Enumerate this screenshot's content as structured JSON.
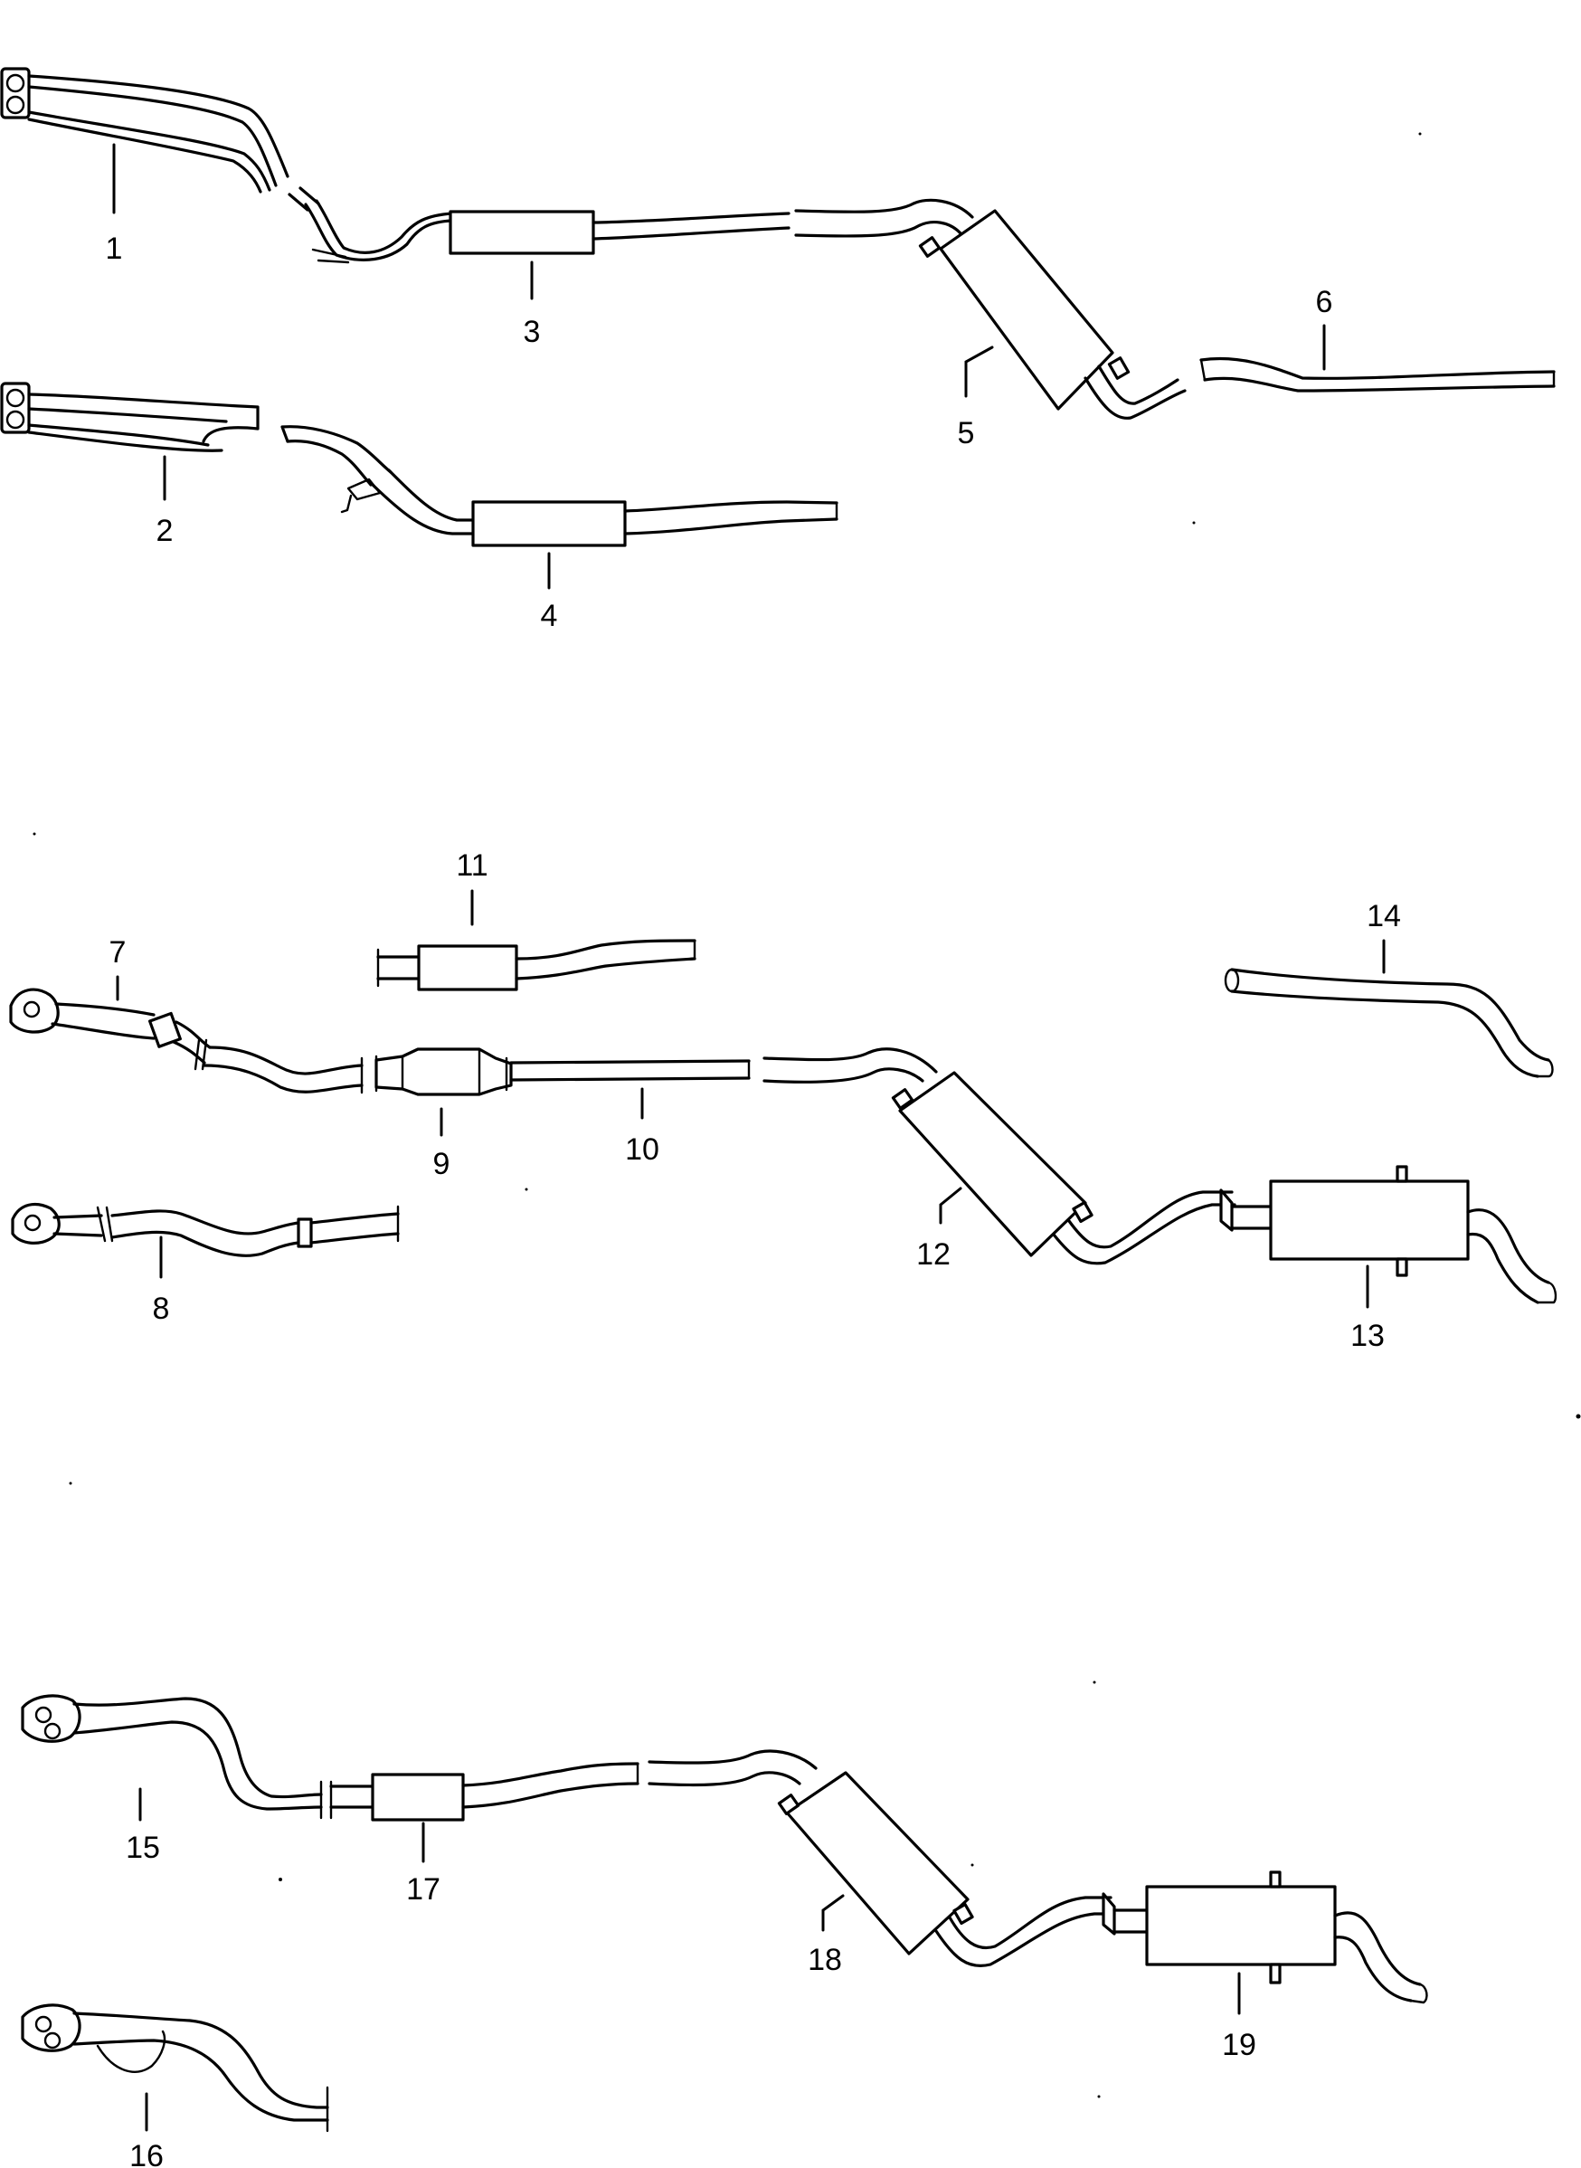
{
  "callouts": {
    "p1": "1",
    "p2": "2",
    "p3": "3",
    "p4": "4",
    "p5": "5",
    "p6": "6",
    "p7": "7",
    "p8": "8",
    "p9": "9",
    "p10": "10",
    "p11": "11",
    "p12": "12",
    "p13": "13",
    "p14": "14",
    "p15": "15",
    "p16": "16",
    "p17": "17",
    "p18": "18",
    "p19": "19"
  }
}
